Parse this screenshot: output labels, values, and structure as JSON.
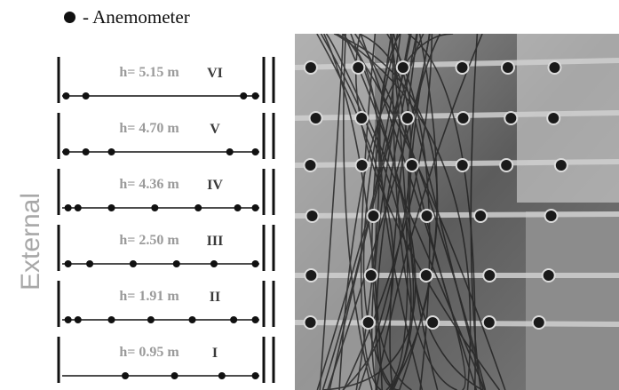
{
  "legend": {
    "marker_icon": "filled-circle",
    "label": "- Anemometer"
  },
  "side_label": "External",
  "levels": [
    {
      "height_label": "h= 5.15 m",
      "numeral": "VI",
      "sensors": [
        0.02,
        0.12,
        0.92,
        0.98
      ]
    },
    {
      "height_label": "h= 4.70 m",
      "numeral": "V",
      "sensors": [
        0.02,
        0.12,
        0.25,
        0.85,
        0.98
      ]
    },
    {
      "height_label": "h= 4.36 m",
      "numeral": "IV",
      "sensors": [
        0.03,
        0.08,
        0.25,
        0.47,
        0.69,
        0.89,
        0.98
      ]
    },
    {
      "height_label": "h= 2.50 m",
      "numeral": "III",
      "sensors": [
        0.03,
        0.14,
        0.36,
        0.58,
        0.77,
        0.98
      ]
    },
    {
      "height_label": "h= 1.91 m",
      "numeral": "II",
      "sensors": [
        0.03,
        0.08,
        0.25,
        0.45,
        0.66,
        0.87,
        0.98
      ]
    },
    {
      "height_label": "h= 0.95 m",
      "numeral": "I",
      "sensors": [
        0.32,
        0.57,
        0.81,
        0.98
      ]
    }
  ],
  "colors": {
    "ink": "#111111",
    "height_label": "#9a9a9a",
    "side_label": "#a8a8a8"
  }
}
